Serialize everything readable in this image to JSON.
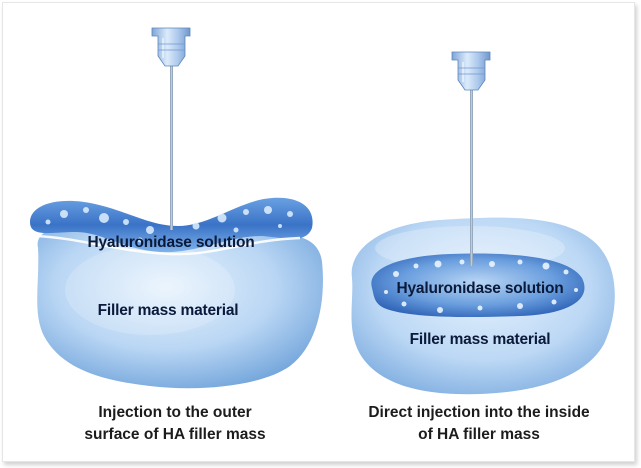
{
  "left_panel": {
    "solution_label": "Hyaluronidase solution",
    "mass_label": "Filler mass material",
    "caption_line1": "Injection to the outer",
    "caption_line2": "surface of HA filler mass"
  },
  "right_panel": {
    "solution_label": "Hyaluronidase solution",
    "mass_label": "Filler mass material",
    "caption_line1": "Direct injection into the inside",
    "caption_line2": "of HA filler mass"
  },
  "colors": {
    "filler_light": "#dcecfb",
    "filler_dark": "#6a9fd8",
    "solution_dark": "#2a63b8",
    "needle": "#8da6c4",
    "label_text": "#0b1a3a",
    "caption_text": "#1c1c1c"
  }
}
